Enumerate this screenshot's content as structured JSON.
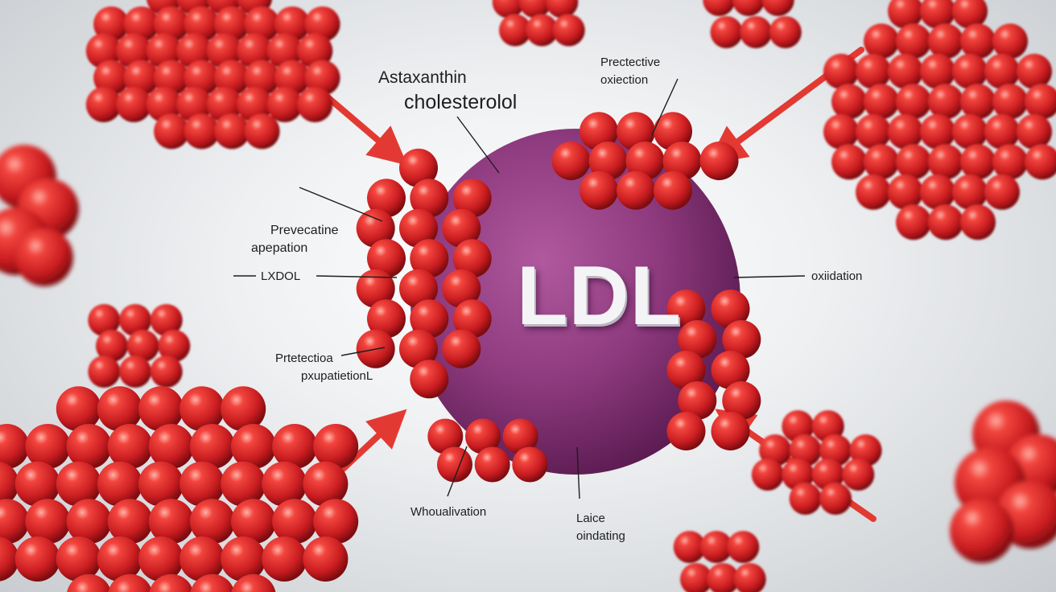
{
  "center_label": "LDL",
  "labels": {
    "astaxanthin": [
      "Astaxanthin",
      "cholesterolol"
    ],
    "protective_top": [
      "Prectective",
      "oxiection"
    ],
    "preventine": [
      "Prevecatine",
      "apepation"
    ],
    "lxdol": [
      "LXDOL"
    ],
    "protection_left": [
      "Prtetectioa",
      "pxupatietionL"
    ],
    "oxidation_right": [
      "oxiidation"
    ],
    "whoualivation": [
      "Whoualivation"
    ],
    "laice": [
      "Laice",
      "oindating"
    ]
  },
  "colors": {
    "ldl_particle": "#8e3a7e",
    "molecule_red": "#e0282a",
    "arrow_red": "#e23a32",
    "background": "#eef0f2"
  }
}
